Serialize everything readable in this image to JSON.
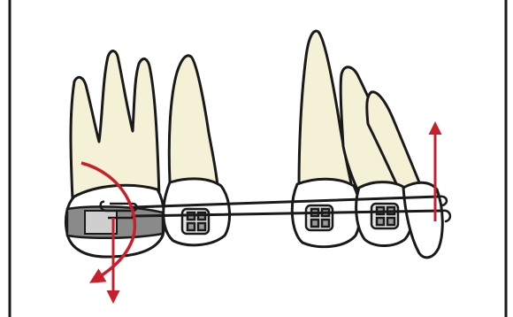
{
  "figure": {
    "kind": "orthodontic-diagram",
    "components": [
      "molar-tooth",
      "premolar-tooth",
      "canine-tooth",
      "lateral-incisor-tooth",
      "central-incisor-tooth",
      "molar-tube-bracket",
      "premolar-bracket",
      "canine-bracket",
      "lateral-incisor-bracket",
      "upper-cantilever-wire",
      "lower-archwire",
      "upward-force-arrow",
      "downward-force-arrow",
      "rotation-moment-arrow"
    ],
    "colors": {
      "outline": "#1a1a1a",
      "crown": "#ffffff",
      "root": "#f4f1d6",
      "arrow": "#c8202a",
      "tube_fill": "#8a8a8a",
      "bracket_fill": "#9a9a9a",
      "frame": "#1a1a1a"
    }
  }
}
